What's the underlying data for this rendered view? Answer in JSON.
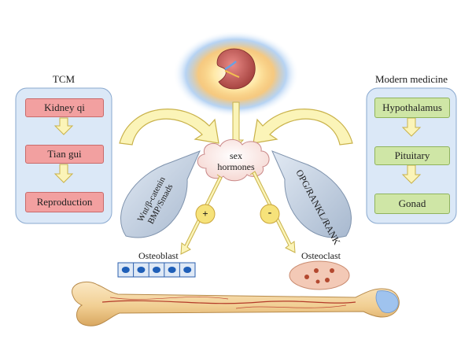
{
  "tcm": {
    "title": "TCM",
    "steps": [
      "Kidney qi",
      "Tian gui",
      "Reproduction"
    ]
  },
  "modern": {
    "title": "Modern medicine",
    "steps": [
      "Hypothalamus",
      "Pituitary",
      "Gonad"
    ]
  },
  "center": {
    "cloud_line1": "sex",
    "cloud_line2": "hormones"
  },
  "left_path": {
    "pathway_line1": "Wnt/β-catenin",
    "pathway_line2": "BMP/Smads",
    "sign": "+",
    "target": "Osteoblast"
  },
  "right_path": {
    "pathway": "OPG/RANKL/RANK",
    "sign": "-",
    "target": "Osteoclast"
  },
  "colors": {
    "tcm_panel": "#dbe8f7",
    "tcm_box": "#f2a0a0",
    "modern_box": "#cfe6a6",
    "arrow_fill": "#fbf4b8",
    "arrow_stroke": "#c9b24a",
    "sign_circle": "#f6e27a",
    "osteoblast_cell": "#1f5fb8",
    "bone": "#f3d9a8"
  }
}
